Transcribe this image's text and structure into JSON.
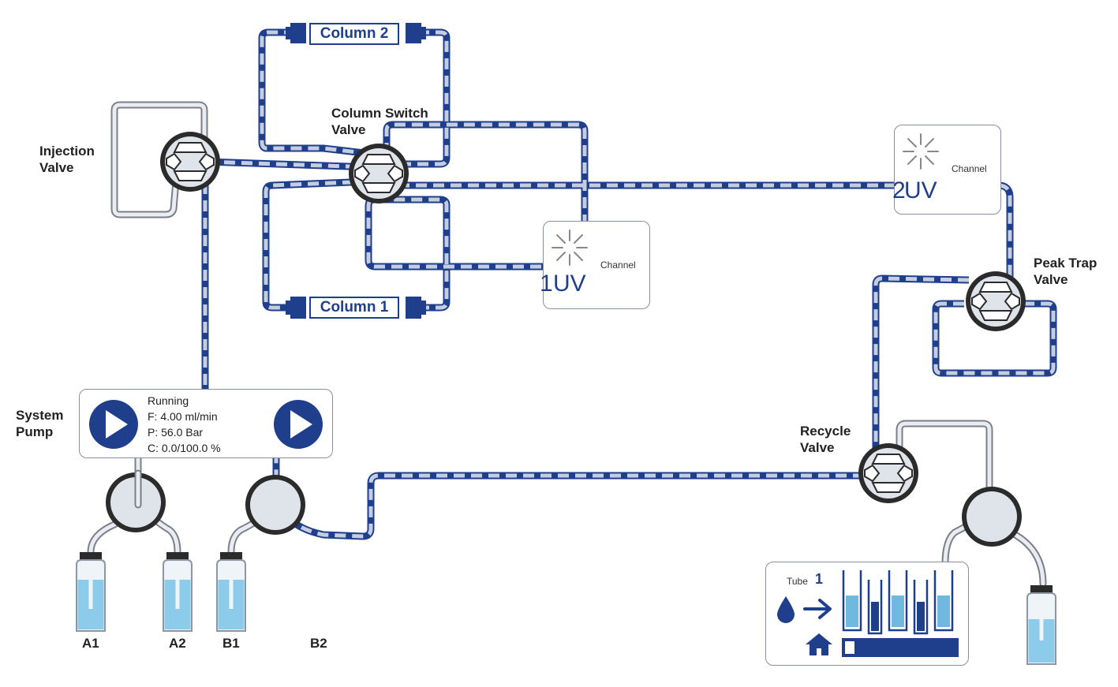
{
  "labels": {
    "injection_valve": [
      "Injection",
      "Valve"
    ],
    "column_switch_valve": [
      "Column  Switch",
      "Valve"
    ],
    "peak_trap_valve": [
      "Peak Trap",
      "Valve"
    ],
    "recycle_valve": [
      "Recycle",
      "Valve"
    ],
    "system_pump": [
      "System",
      "Pump"
    ]
  },
  "columns": {
    "column_1": "Column 1",
    "column_2": "Column 2"
  },
  "uv_monitors": [
    {
      "number": "1",
      "unit": "UV",
      "channel_label": "Channel"
    },
    {
      "number": "2",
      "unit": "UV",
      "channel_label": "Channel"
    }
  ],
  "pump": {
    "status": "Running",
    "flow": "F: 4.00 ml/min",
    "pressure": "P: 56.0  Bar",
    "composition": "C: 0.0/100.0 %"
  },
  "bottles": [
    "A1",
    "A2",
    "B1",
    "B2"
  ],
  "fraction_collector": {
    "tube_label": "Tube",
    "tube_number": "1",
    "progress": 0.08
  },
  "colors": {
    "tubing_dark": "#1f3f8c",
    "tubing_light": "#b9c3d8",
    "valve_body": "#dfe3ea",
    "valve_rim": "#2b2b2b",
    "liquid": "#8ccbea",
    "accent": "#1f3f8c"
  },
  "icons": [
    "play-icon",
    "sun-icon",
    "drop-icon",
    "arrow-right-icon",
    "home-icon"
  ]
}
